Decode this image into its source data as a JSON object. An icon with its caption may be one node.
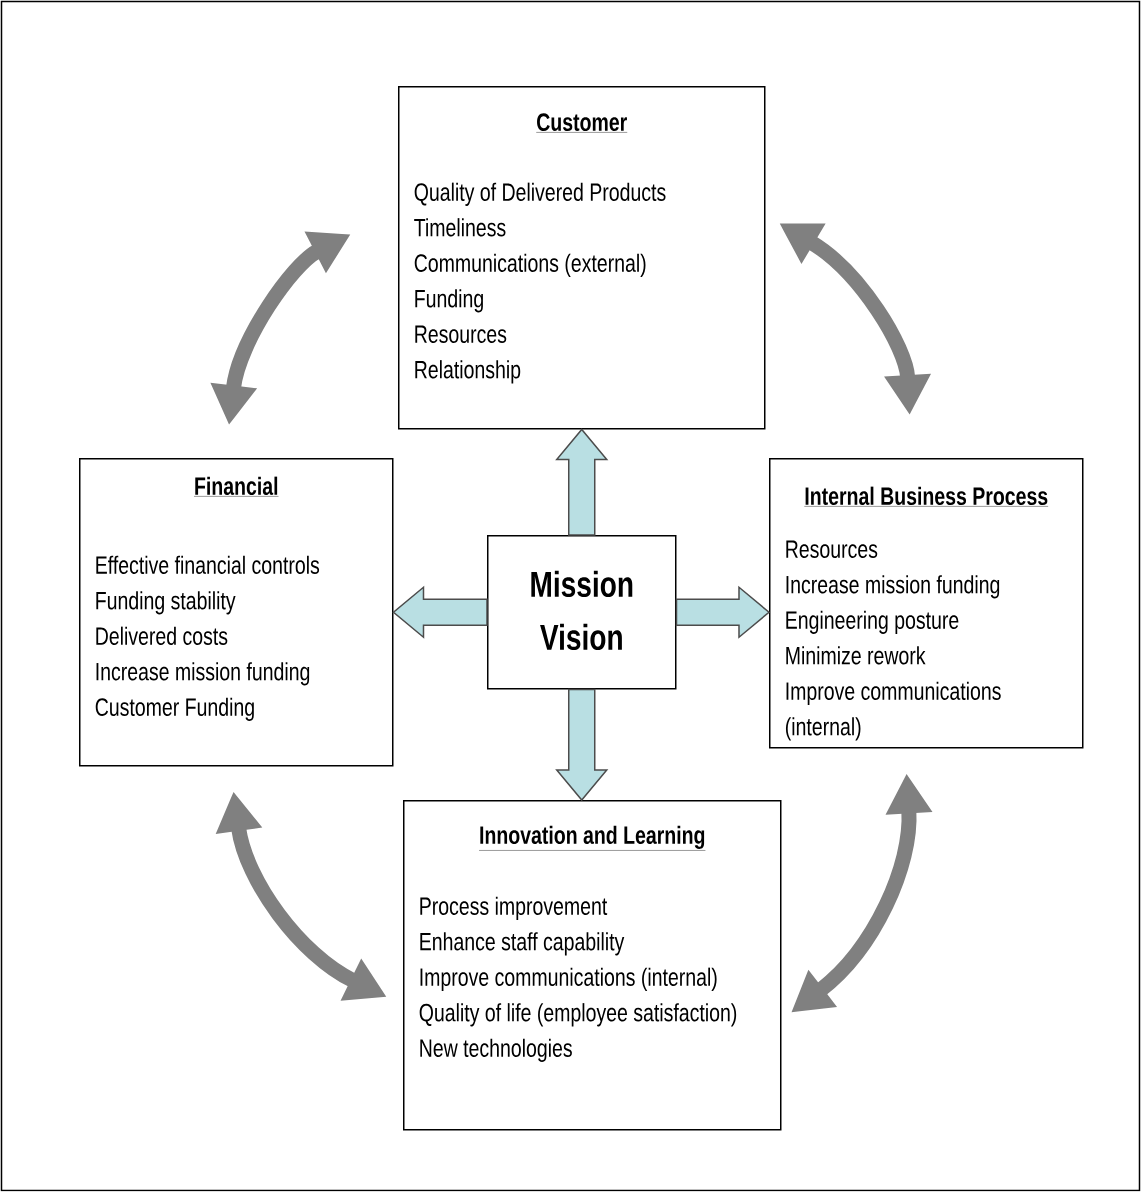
{
  "diagram": {
    "nodes": [
      {
        "text": [
          "Customer",
          "Quality of Delivered Products",
          "Timeliness",
          "Communications (external)",
          "Funding",
          "Resources",
          "Relationship"
        ]
      },
      {
        "text": [
          "Financial",
          "Effective financial controls",
          "Funding stability",
          "Delivered costs",
          "Increase mission funding",
          "Customer Funding"
        ]
      },
      {
        "text": [
          "Mission",
          "Vision"
        ]
      },
      {
        "text": [
          "Internal Business Process",
          "Resources",
          "Increase mission funding",
          "Engineering posture",
          "Minimize rework",
          "Improve communications (internal)"
        ]
      },
      {
        "text": [
          "Innovation and Learning",
          "Process improvement",
          "Enhance staff capability",
          "Improve communications (internal)",
          "Quality of life (employee satisfaction)",
          "New technologies"
        ]
      }
    ],
    "edges": [
      {
        "from": 2,
        "to": 0,
        "arrow": "to",
        "style": "thick",
        "color": "#b9dfe3"
      },
      {
        "from": 2,
        "to": 1,
        "arrow": "to",
        "style": "thick",
        "color": "#b9dfe3"
      },
      {
        "from": 2,
        "to": 3,
        "arrow": "to",
        "style": "thick",
        "color": "#b9dfe3"
      },
      {
        "from": 2,
        "to": 4,
        "arrow": "to",
        "style": "thick",
        "color": "#b9dfe3"
      },
      {
        "from": 1,
        "to": 0,
        "arrow": "both",
        "color": "#808080"
      },
      {
        "from": 0,
        "to": 3,
        "arrow": "both",
        "color": "#808080"
      },
      {
        "from": 3,
        "to": 4,
        "arrow": "both",
        "color": "#808080"
      },
      {
        "from": 4,
        "to": 1,
        "arrow": "both",
        "color": "#808080"
      }
    ]
  }
}
